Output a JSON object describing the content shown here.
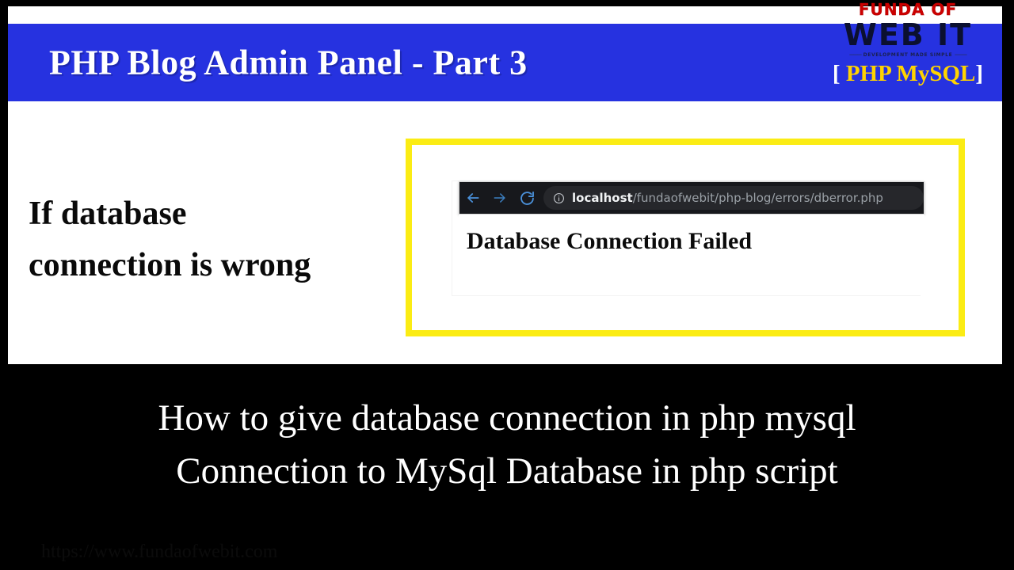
{
  "header": {
    "title": "PHP Blog Admin Panel - Part 3",
    "bar_color": "#2632e0"
  },
  "logo": {
    "line1": "FUNDA OF",
    "line2": "WEB IT",
    "tagline": "DEVELOPMENT MADE SIMPLE",
    "tagline_rule_left": "———",
    "tagline_rule_right": "———",
    "subtitle_open": "[ ",
    "subtitle": "PHP MySQL",
    "subtitle_close": "]",
    "red": "#cc0000",
    "navy": "#0b1030",
    "yellow": "#ffd300"
  },
  "slide": {
    "left_heading_line1": "If database",
    "left_heading_line2": "connection is wrong",
    "frame_color": "#fbec14"
  },
  "browser": {
    "back_icon": "arrow-left",
    "forward_icon": "arrow-right",
    "reload_icon": "reload",
    "info_icon": "info-circle",
    "url_host": "localhost",
    "url_path": "/fundaofwebit/php-blog/errors/dberror.php",
    "page_heading": "Database Connection Failed"
  },
  "caption": {
    "line1": "How to give database connection in php mysql",
    "line2": "Connection to MySql Database in php script"
  },
  "watermark": {
    "text": "https://www.fundaofwebit.com"
  }
}
